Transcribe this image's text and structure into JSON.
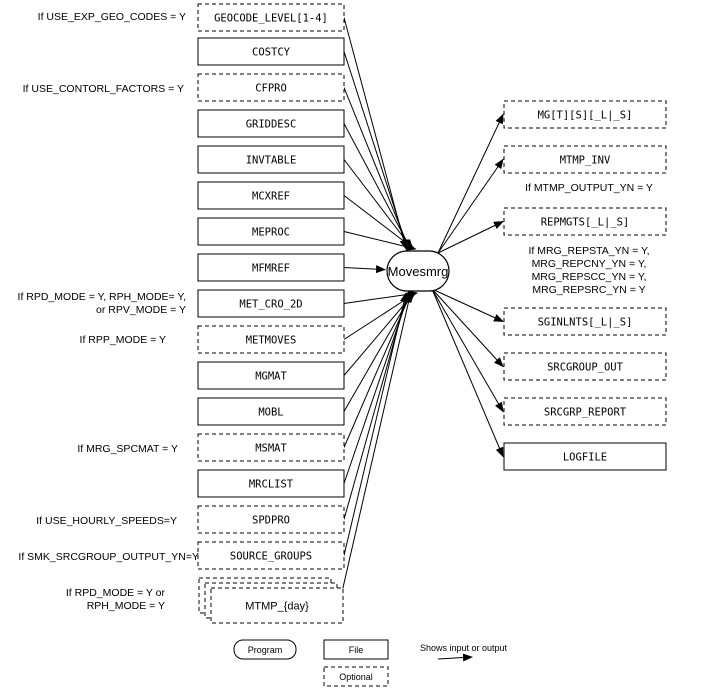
{
  "program": {
    "label": "Movesmrg"
  },
  "inputs": [
    {
      "label": "GEOCODE_LEVEL[1-4]",
      "optional": true
    },
    {
      "label": "COSTCY",
      "optional": false
    },
    {
      "label": "CFPRO",
      "optional": true
    },
    {
      "label": "GRIDDESC",
      "optional": false
    },
    {
      "label": "INVTABLE",
      "optional": false
    },
    {
      "label": "MCXREF",
      "optional": false
    },
    {
      "label": "MEPROC",
      "optional": false
    },
    {
      "label": "MFMREF",
      "optional": false
    },
    {
      "label": "MET_CRO_2D",
      "optional": false
    },
    {
      "label": "METMOVES",
      "optional": true
    },
    {
      "label": "MGMAT",
      "optional": false
    },
    {
      "label": "MOBL",
      "optional": false
    },
    {
      "label": "MSMAT",
      "optional": true
    },
    {
      "label": "MRCLIST",
      "optional": false
    },
    {
      "label": "SPDPRO",
      "optional": true
    },
    {
      "label": "SOURCE_GROUPS",
      "optional": true
    },
    {
      "label": "MTMP_{day}",
      "optional": true,
      "stacked": true
    }
  ],
  "outputs": [
    {
      "label": "MG[T][S][_L|_S]",
      "optional": true
    },
    {
      "label": "MTMP_INV",
      "optional": true
    },
    {
      "label": "REPMGTS[_L|_S]",
      "optional": true
    },
    {
      "label": "SGINLNTS[_L|_S]",
      "optional": true
    },
    {
      "label": "SRCGROUP_OUT",
      "optional": true
    },
    {
      "label": "SRCGRP_REPORT",
      "optional": true
    },
    {
      "label": "LOGFILE",
      "optional": false
    }
  ],
  "input_conditions": [
    {
      "lines": [
        "If USE_EXP_GEO_CODES = Y"
      ]
    },
    {
      "lines": [
        "If USE_CONTORL_FACTORS = Y"
      ]
    },
    {
      "lines": [
        "If RPD_MODE = Y, RPH_MODE= Y,",
        "or  RPV_MODE = Y"
      ]
    },
    {
      "lines": [
        "If RPP_MODE = Y"
      ]
    },
    {
      "lines": [
        "If MRG_SPCMAT = Y"
      ]
    },
    {
      "lines": [
        "If USE_HOURLY_SPEEDS=Y"
      ]
    },
    {
      "lines": [
        "If SMK_SRCGROUP_OUTPUT_YN=Y"
      ]
    },
    {
      "lines": [
        "If RPD_MODE = Y or",
        "RPH_MODE = Y"
      ]
    }
  ],
  "output_conditions": [
    {
      "lines": [
        "If MTMP_OUTPUT_YN = Y"
      ]
    },
    {
      "lines": [
        "If MRG_REPSTA_YN = Y,",
        "MRG_REPCNY_YN = Y,",
        "MRG_REPSCC_YN = Y,",
        "MRG_REPSRC_YN = Y"
      ]
    }
  ],
  "legend": {
    "program": "Program",
    "file": "File",
    "optional": "Optional",
    "arrow": "Shows input or output"
  }
}
